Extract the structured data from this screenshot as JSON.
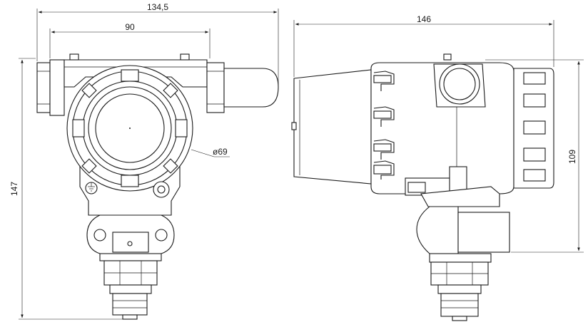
{
  "dimensions": {
    "overall_width": "134,5",
    "housing_width": "90",
    "diameter": "ø69",
    "overall_height": "147",
    "side_length": "146",
    "side_height": "109"
  },
  "views": [
    "front-view",
    "side-view"
  ]
}
